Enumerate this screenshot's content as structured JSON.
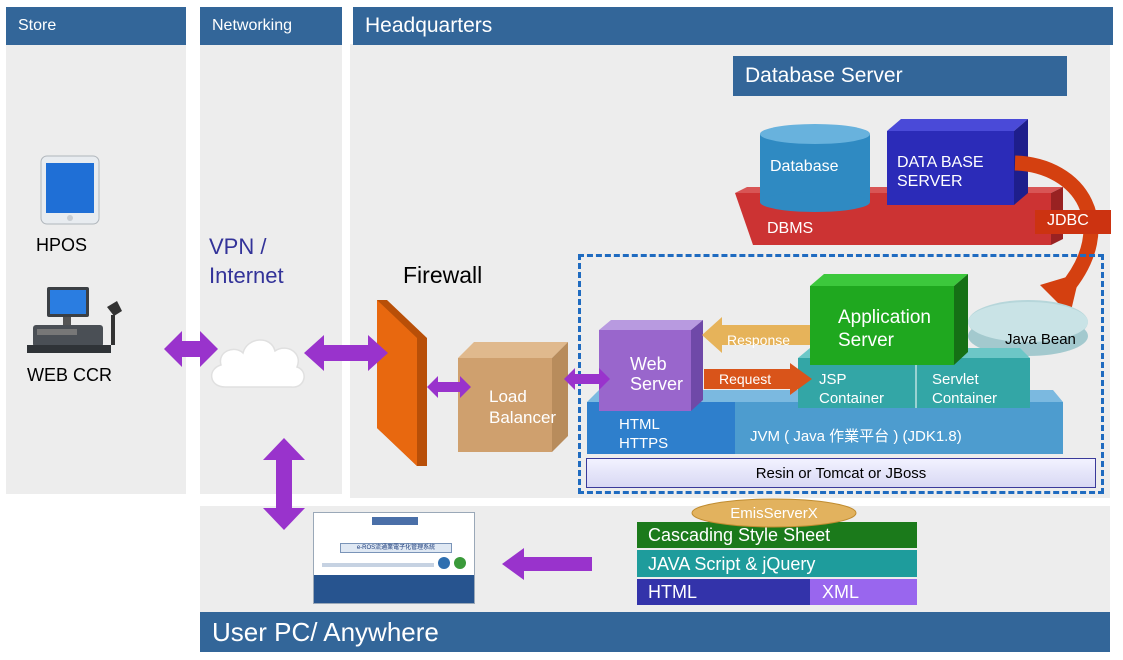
{
  "headers": {
    "store": "Store",
    "networking": "Networking",
    "headquarters": "Headquarters",
    "database_server": "Database Server",
    "user_pc": "User  PC/ Anywhere"
  },
  "store": {
    "hpos": "HPOS",
    "web_ccr": "WEB CCR"
  },
  "network": {
    "vpn_line1": "VPN /",
    "vpn_line2": "Internet",
    "firewall": "Firewall"
  },
  "load_balancer": {
    "line1": "Load",
    "line2": "Balancer"
  },
  "database": {
    "database": "Database",
    "db_server_line1": "DATA BASE",
    "db_server_line2": "SERVER",
    "dbms": "DBMS",
    "jdbc": "JDBC"
  },
  "app_stack": {
    "app_server_line1": "Application",
    "app_server_line2": "Server",
    "java_bean": "Java Bean",
    "web_server_line1": "Web",
    "web_server_line2": "Server",
    "response": "Response",
    "request": "Request",
    "jsp_line1": "JSP",
    "jsp_line2": "Container",
    "servlet_line1": "Servlet",
    "servlet_line2": "Container",
    "html_line1": "HTML",
    "html_line2": "HTTPS",
    "jvm": "JVM ( Java 作業平台 ) (JDK1.8)",
    "resin": "Resin  or Tomcat  or JBoss"
  },
  "client_stack": {
    "emis": "EmisServerX",
    "css": "Cascading Style Sheet",
    "js": "JAVA Script & jQuery",
    "html": "HTML",
    "xml": "XML"
  },
  "screenshot": {
    "title": "e-ROS流通業電子化管理系統"
  },
  "colors": {
    "header_blue": "#336699",
    "arrow_purple": "#9933cc",
    "firewall_orange": "#e06a10",
    "dbms_red": "#cc3333",
    "app_green": "#1fa81f",
    "web_purple": "#9966cc",
    "container_teal": "#33a6a6",
    "jvm_blue": "#4d9ccf",
    "css_green": "#1b7a1b",
    "js_teal": "#1e9c9c",
    "html_blue": "#3333aa",
    "xml_purple": "#9966ee"
  }
}
